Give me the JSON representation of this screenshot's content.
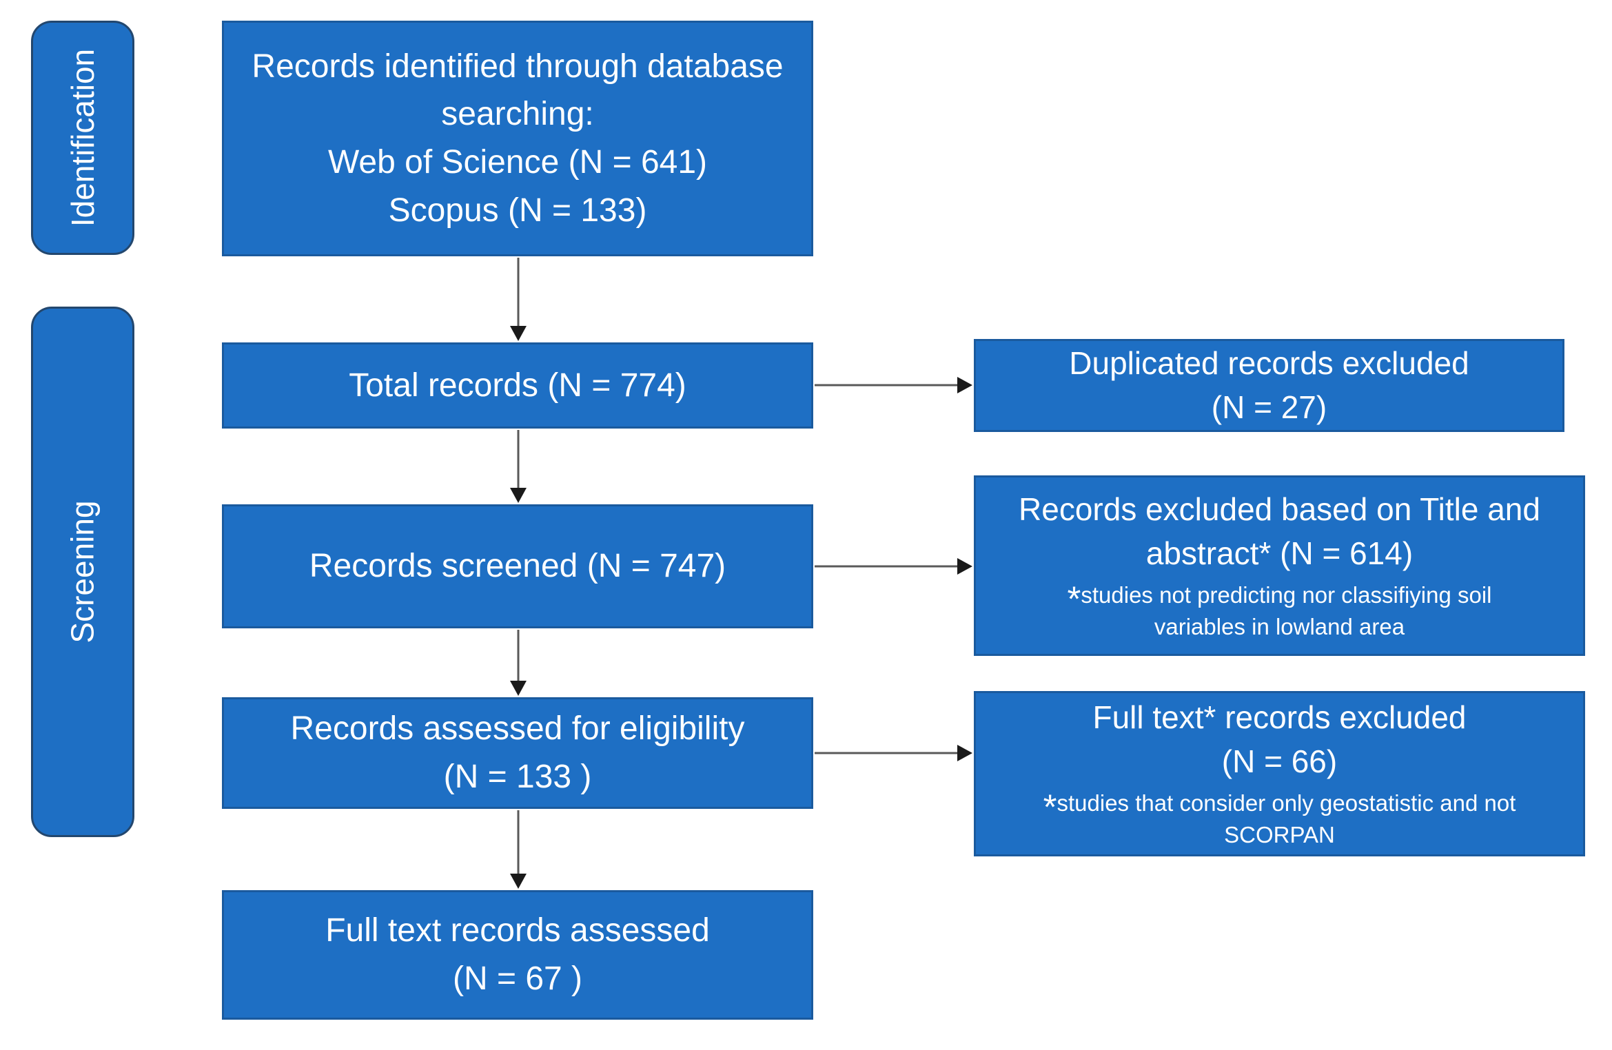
{
  "palette": {
    "box_fill": "#1e6fc4",
    "box_border": "#1a5a9e",
    "label_border": "#23476e",
    "arrow_line": "#595959",
    "arrow_head": "#1a1a1a",
    "text_color": "#ffffff"
  },
  "stages": [
    {
      "label": "Identification"
    },
    {
      "label": "Screening"
    }
  ],
  "main_flow": [
    {
      "text": "Records identified through database\nsearching:\nWeb of Science (N = 641)\nScopus (N = 133)"
    },
    {
      "text": "Total records (N = 774)"
    },
    {
      "text": "Records screened (N = 747)"
    },
    {
      "text": "Records assessed for eligibility\n(N = 133 )"
    },
    {
      "text": "Full text records assessed\n(N = 67 )"
    }
  ],
  "exclusions": [
    {
      "title": "Duplicated records excluded\n(N = 27)",
      "note_star": "",
      "note": ""
    },
    {
      "title": "Records excluded based on Title and\nabstract* (N = 614)",
      "note_star": "*",
      "note": "studies not predicting nor classifiying soil\nvariables in lowland area"
    },
    {
      "title": "Full text* records excluded\n(N = 66)",
      "note_star": "*",
      "note": "studies that consider only geostatistic and not\nSCORPAN"
    }
  ]
}
